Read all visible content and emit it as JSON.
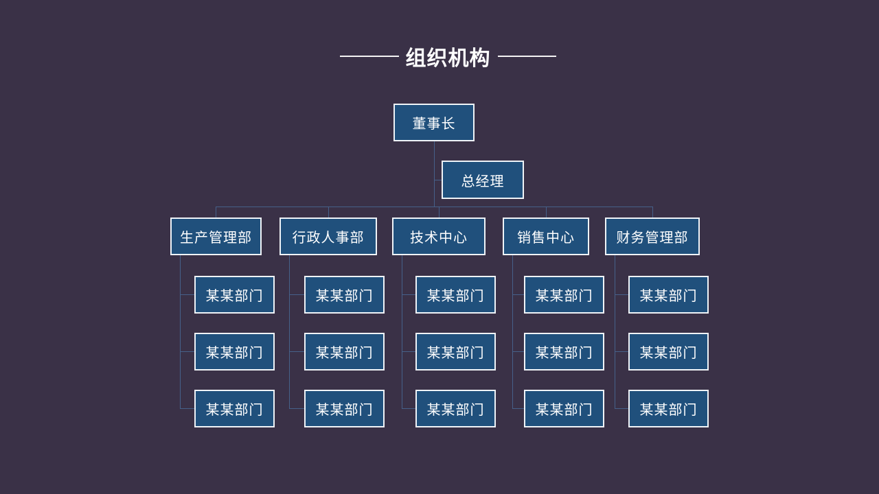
{
  "title": {
    "text": "组织机构"
  },
  "org": {
    "root": {
      "label": "董事长"
    },
    "executive": {
      "label": "总经理"
    },
    "departments": [
      {
        "label": "生产管理部",
        "children": [
          "某某部门",
          "某某部门",
          "某某部门"
        ]
      },
      {
        "label": "行政人事部",
        "children": [
          "某某部门",
          "某某部门",
          "某某部门"
        ]
      },
      {
        "label": "技术中心",
        "children": [
          "某某部门",
          "某某部门",
          "某某部门"
        ]
      },
      {
        "label": "销售中心",
        "children": [
          "某某部门",
          "某某部门",
          "某某部门"
        ]
      },
      {
        "label": "财务管理部",
        "children": [
          "某某部门",
          "某某部门",
          "某某部门"
        ]
      }
    ]
  },
  "colors": {
    "background": "#3a3147",
    "node_fill": "#20507c",
    "node_border": "#f0f4f8",
    "connector": "#46618a",
    "text": "#ffffff"
  }
}
